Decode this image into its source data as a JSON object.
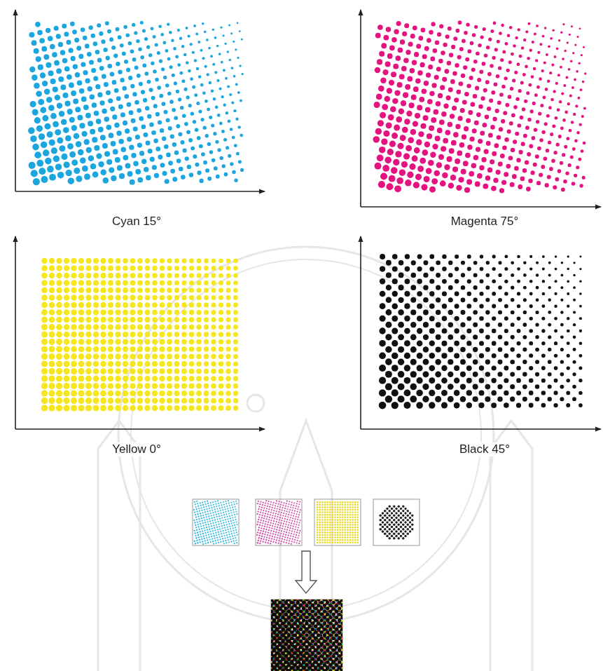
{
  "diagram": {
    "labels": [
      "Cyan 15°",
      "Magenta 75°",
      "Yellow 0°",
      "Black 45°"
    ]
  }
}
